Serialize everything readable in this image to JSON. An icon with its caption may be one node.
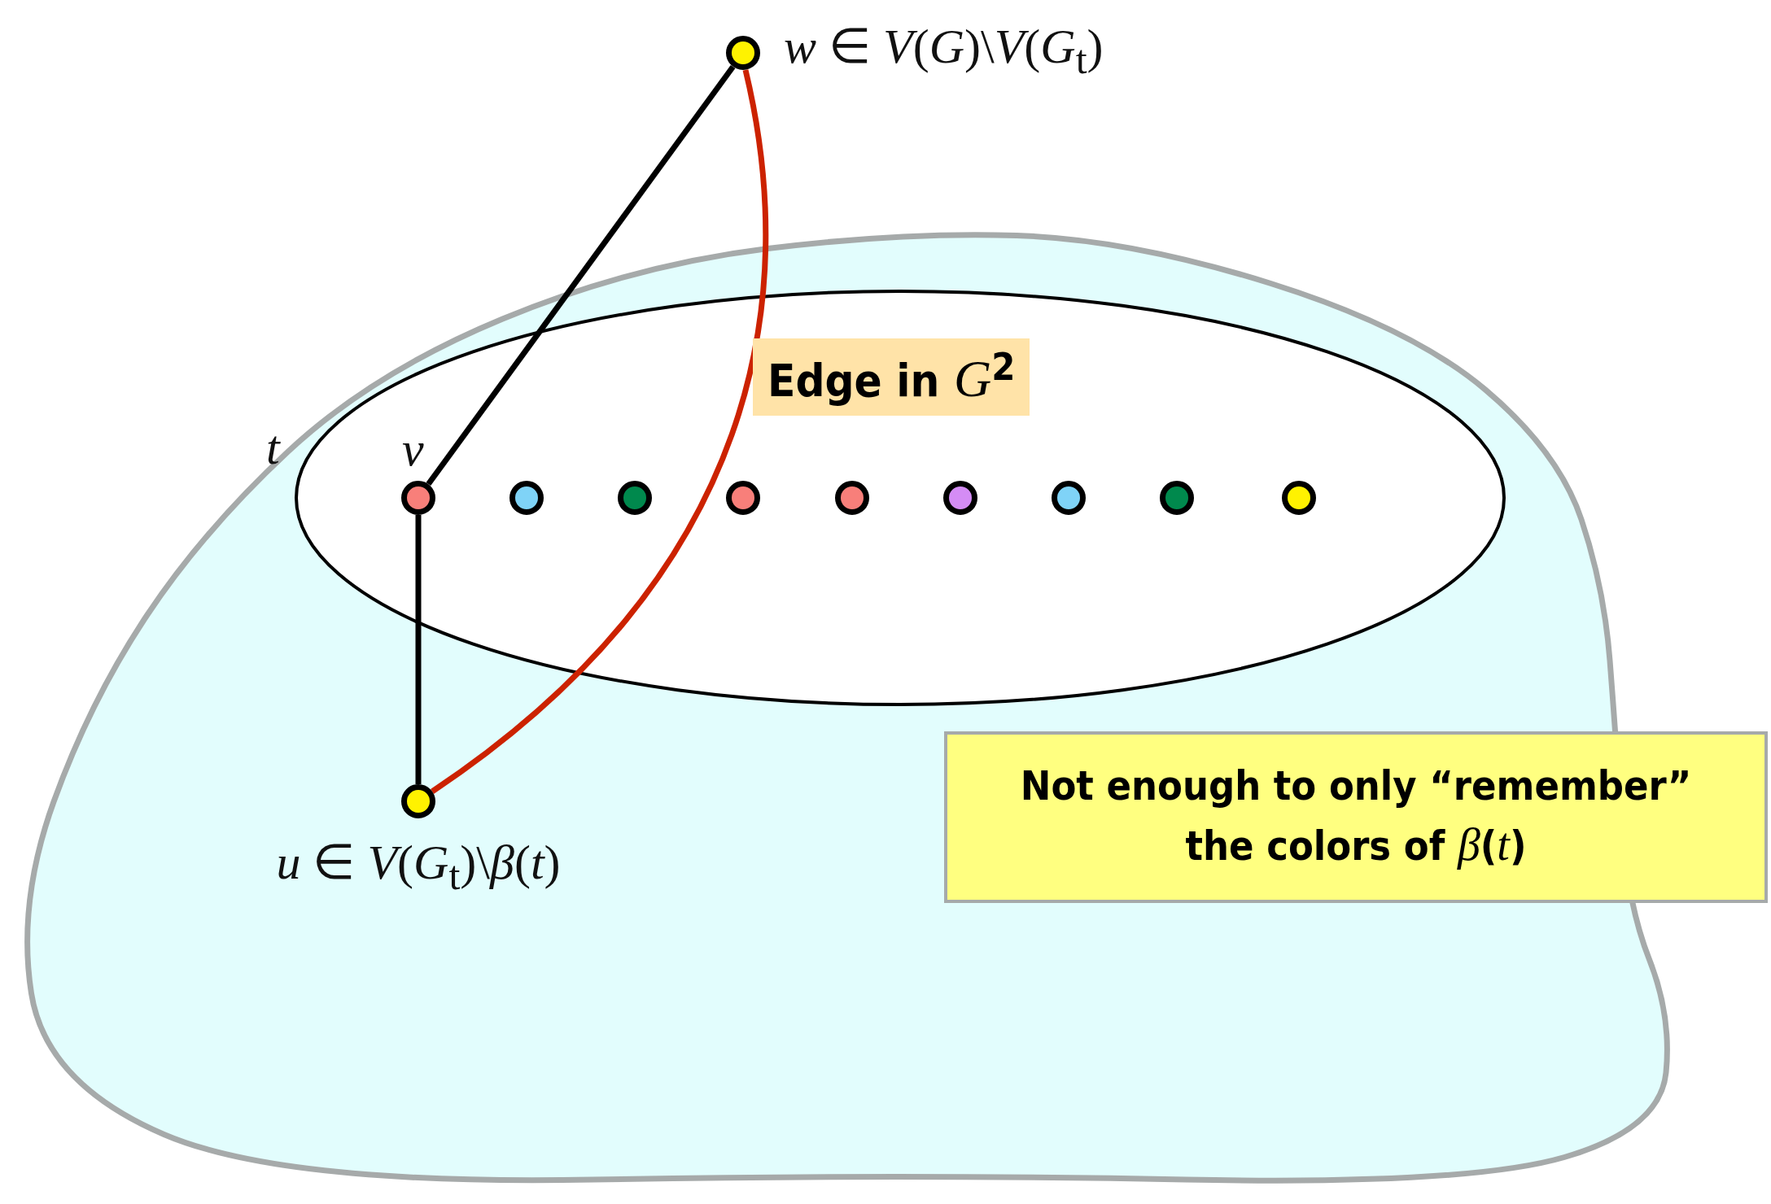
{
  "diagram": {
    "nodes": [
      {
        "text": [],
        "shape": "blob"
      },
      {
        "text": [
          "*t*"
        ],
        "in": 0
      },
      {
        "text": [
          "*v*"
        ],
        "in": 1
      },
      {
        "text": [],
        "shape": "circle",
        "in": 1
      },
      {
        "text": [],
        "shape": "circle",
        "in": 1
      },
      {
        "text": [],
        "shape": "circle",
        "in": 1
      },
      {
        "text": [],
        "shape": "circle",
        "in": 1
      },
      {
        "text": [],
        "shape": "circle",
        "in": 1
      },
      {
        "text": [],
        "shape": "circle",
        "in": 1
      },
      {
        "text": [],
        "shape": "circle",
        "in": 1
      },
      {
        "text": [],
        "shape": "circle",
        "in": 1
      },
      {
        "text": [
          "*u* ∈ *V*(*G*$_{t}$)\\*β*(*t*)"
        ],
        "in": 0
      },
      {
        "text": [
          "*w* ∈ *V*(*G*)\\*V*(*G*$_{t}$)"
        ]
      },
      {
        "text": [
          "Not enough to only “remember” the colors of *β*(*t*)"
        ]
      }
    ],
    "edges": [
      {
        "from": 12,
        "to": 2,
        "arrow": "none"
      },
      {
        "from": 2,
        "to": 11,
        "arrow": "none"
      },
      {
        "from": 12,
        "to": 11,
        "arrow": "none",
        "color": "#cc2200",
        "label": "Edge in *G*$^{2}$"
      }
    ]
  }
}
